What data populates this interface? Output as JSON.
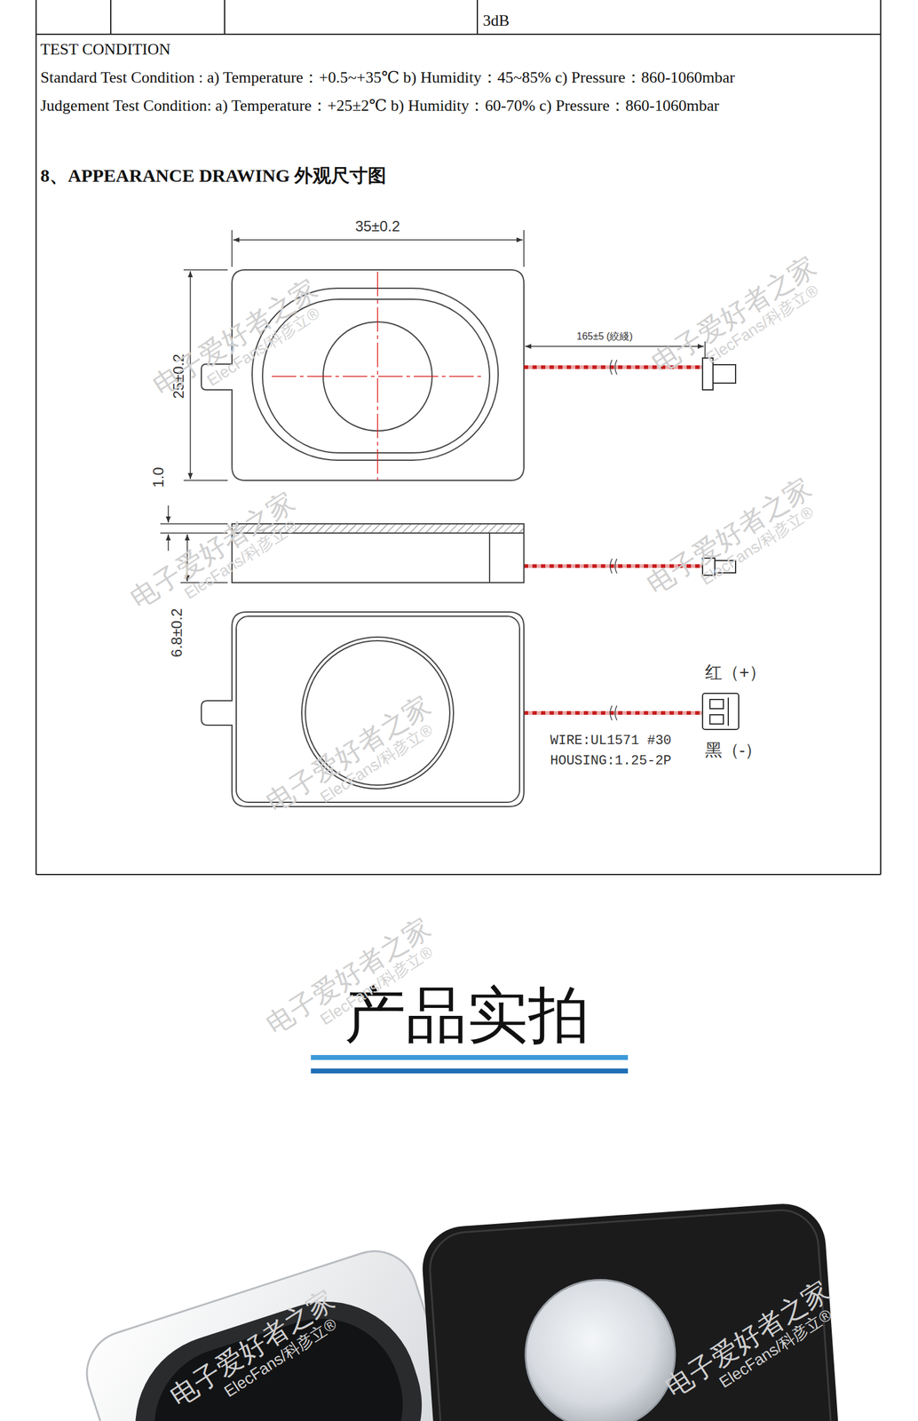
{
  "diagram": {
    "title": "8、APPEARANCE DRAWING 外观尺寸图",
    "labels": [
      "3dB",
      "TEST CONDITION",
      "Standard Test Condition : a) Temperature：+0.5~+35℃ b) Humidity：45~85% c) Pressure：860-1060mbar",
      "Judgement Test Condition: a) Temperature：+25±2℃ b) Humidity：60-70% c) Pressure：860-1060mbar",
      "35±0.2",
      "165±5 (絞綫)",
      "25±0.2",
      "1.0",
      "6.8±0.2",
      "红（+）",
      "WIRE:UL1571 #30",
      "HOUSING:1.25-2P",
      "黑（-）",
      "产品实拍",
      "电子爱好者之家",
      "ElecFans/科彦立®",
      "电子爱好者之家",
      "ElecFans/科彦立®",
      "电子爱好者之家",
      "ElecFans/科彦立®",
      "电子爱好者之家",
      "ElecFans/科彦立®",
      "电子爱好者之家",
      "ElecFans/科彦立®",
      "电子爱好者之家",
      "ElecFans/科彦立®",
      "电子爱好者之家",
      "ElecFans/科彦立®",
      "电子爱好者之家",
      "ElecFans/科彦立®"
    ]
  }
}
